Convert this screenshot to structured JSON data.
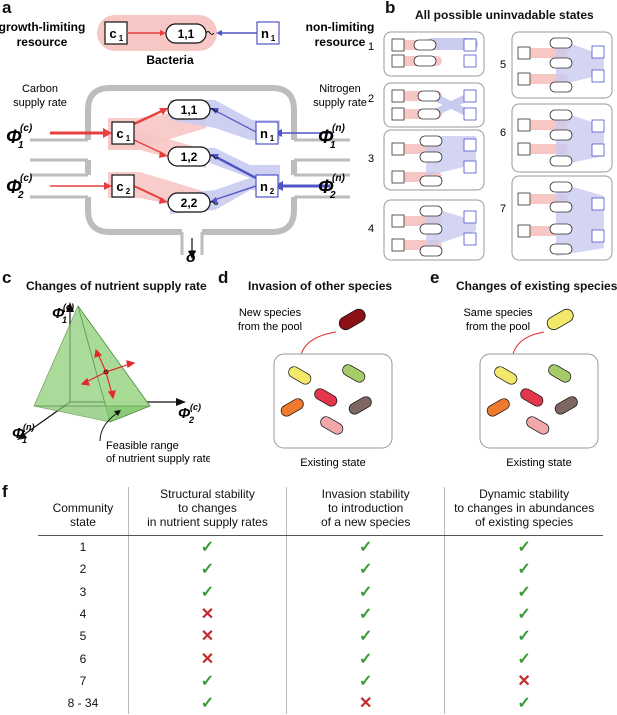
{
  "panel_a": {
    "label": "a",
    "legend": {
      "growth_limiting_1": "growth-limiting",
      "growth_limiting_2": "resource",
      "non_limiting_1": "non-limiting",
      "non_limiting_2": "resource",
      "c1": "c",
      "c1_sub": "1",
      "species": "1,1",
      "n1": "n",
      "n1_sub": "1",
      "bacteria": "Bacteria"
    },
    "carbon_supply_1": "Carbon",
    "carbon_supply_2": "supply rate",
    "nitrogen_supply_1": "Nitrogen",
    "nitrogen_supply_2": "supply rate",
    "phi": "Φ",
    "sup_c": "(c)",
    "sup_n": "(n)",
    "sub1": "1",
    "sub2": "2",
    "c": "c",
    "n": "n",
    "species": [
      "1,1",
      "1,2",
      "2,2"
    ],
    "delta": "δ"
  },
  "panel_b": {
    "label": "b",
    "title": "All possible uninvadable states",
    "state_numbers": [
      "1",
      "2",
      "3",
      "4",
      "5",
      "6",
      "7"
    ]
  },
  "panel_c": {
    "label": "c",
    "title": "Changes of nutrient supply rate",
    "axis_top": "Φ",
    "axis_top_sup": "(c)",
    "axis_top_sub": "1",
    "axis_right": "Φ",
    "axis_right_sup": "(c)",
    "axis_right_sub": "2",
    "axis_left": "Φ",
    "axis_left_sup": "(n)",
    "axis_left_sub": "1",
    "note_1": "Feasible range",
    "note_2": "of nutrient supply rates"
  },
  "panel_d": {
    "label": "d",
    "title": "Invasion of other species",
    "note_1": "New species",
    "note_2": "from the pool",
    "caption": "Existing state"
  },
  "panel_e": {
    "label": "e",
    "title": "Changes of existing species",
    "note_1": "Same species",
    "note_2": "from the pool",
    "caption": "Existing state"
  },
  "panel_f": {
    "label": "f",
    "headers": {
      "state": [
        "Community",
        "state"
      ],
      "structural": [
        "Structural stability",
        "to changes",
        "in nutrient supply rates"
      ],
      "invasion": [
        "Invasion stability",
        "to introduction",
        "of a new species"
      ],
      "dynamic": [
        "Dynamic stability",
        "to changes in abundances",
        "of existing species"
      ]
    },
    "check_symbol": "✓",
    "cross_symbol": "✕",
    "check_color": "#3a9a3a",
    "cross_color": "#c42a2a",
    "rows": [
      {
        "state": "1",
        "structural": "✓",
        "invasion": "✓",
        "dynamic": "✓"
      },
      {
        "state": "2",
        "structural": "✓",
        "invasion": "✓",
        "dynamic": "✓"
      },
      {
        "state": "3",
        "structural": "✓",
        "invasion": "✓",
        "dynamic": "✓"
      },
      {
        "state": "4",
        "structural": "✕",
        "invasion": "✓",
        "dynamic": "✓"
      },
      {
        "state": "5",
        "structural": "✕",
        "invasion": "✓",
        "dynamic": "✓"
      },
      {
        "state": "6",
        "structural": "✕",
        "invasion": "✓",
        "dynamic": "✓"
      },
      {
        "state": "7",
        "structural": "✓",
        "invasion": "✓",
        "dynamic": "✕"
      },
      {
        "state": "8 - 34",
        "structural": "✓",
        "invasion": "✕",
        "dynamic": "✓"
      }
    ]
  },
  "colors": {
    "carbon": "#e8403f",
    "carbon_fill": "#f6c7c4",
    "nitrogen": "#4f55c8",
    "nitrogen_fill": "#c9cbef",
    "chamber": "#bdbdbd",
    "simplex": "#8fd07a",
    "arrow_red": "#e32b2b"
  }
}
